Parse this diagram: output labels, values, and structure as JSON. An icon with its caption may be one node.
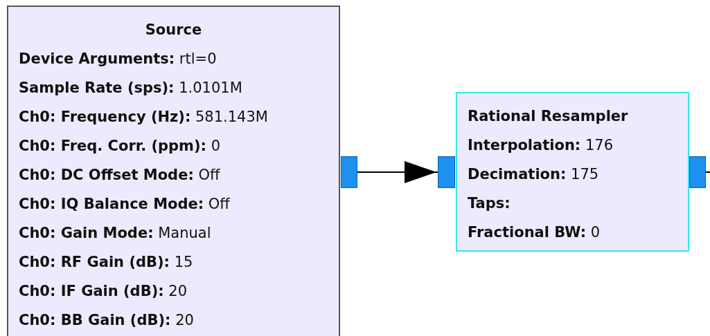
{
  "diagram": {
    "nodes": [
      {
        "text": [
          "Source",
          "**Device Arguments:** rtl=0",
          "**Sample Rate (sps):** 1.0101M",
          "**Ch0: Frequency (Hz):** 581.143M",
          "**Ch0: Freq. Corr. (ppm):** 0",
          "**Ch0: DC Offset Mode:** Off",
          "**Ch0: IQ Balance Mode:** Off",
          "**Ch0: Gain Mode:** Manual",
          "**Ch0: RF Gain (dB):** 15",
          "**Ch0: IF Gain (dB):** 20",
          "**Ch0: BB Gain (dB):** 20"
        ]
      },
      {
        "text": [
          "Rational Resampler",
          "**Interpolation:** 176",
          "**Decimation:** 175",
          "**Taps:**",
          "**Fractional BW:** 0"
        ]
      },
      {
        "text": [],
        "shape": "box"
      },
      {
        "text": [],
        "shape": "box"
      },
      {
        "text": [],
        "shape": "box"
      }
    ],
    "edges": [
      {
        "from": 2,
        "to": 3,
        "arrow": "to"
      },
      {
        "from": 4,
        "to": null,
        "arrow": "none"
      }
    ]
  }
}
